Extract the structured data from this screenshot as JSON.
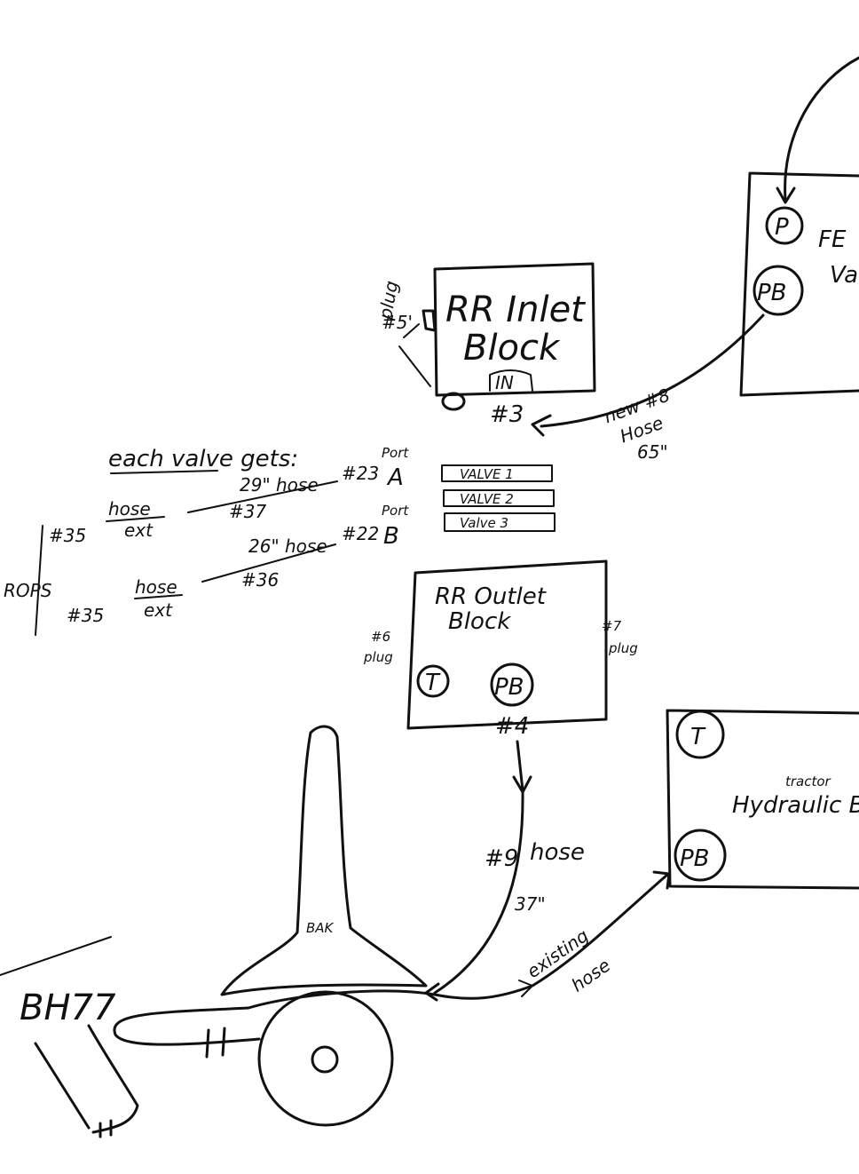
{
  "fe_valve": {
    "label_line1": "FE",
    "label_line2": "Va",
    "port_p": "P",
    "port_pb": "PB"
  },
  "inlet_block": {
    "title_line1": "RR Inlet",
    "title_line2": "Block",
    "in_label": "IN",
    "plug_label": "plug",
    "plug_number": "#5'",
    "port_number": "#3"
  },
  "new_hose": {
    "line1": "new #8",
    "line2": "Hose",
    "line3": "65\""
  },
  "valves": [
    "VALVE 1",
    "VALVE 2",
    "Valve 3"
  ],
  "each_valve": {
    "heading": "each valve gets:",
    "port_a": {
      "port_label": "Port",
      "letter": "A",
      "fitting": "#23",
      "hose": "29\" hose",
      "hose_number": "#37",
      "ext_top": "hose",
      "ext_bottom": "ext",
      "ext_number": "#35"
    },
    "port_b": {
      "port_label": "Port",
      "letter": "B",
      "fitting": "#22",
      "hose": "26\" hose",
      "hose_number": "#36",
      "ext_top": "hose",
      "ext_bottom": "ext",
      "ext_number": "#35"
    },
    "rops_label": "ROPS"
  },
  "outlet_block": {
    "title_line1": "RR Outlet",
    "title_line2": "Block",
    "left_plug_number": "#6",
    "left_plug_label": "plug",
    "right_plug_number": "#7",
    "right_plug_label": "plug",
    "port_t": "T",
    "port_pb": "PB",
    "port_number": "#4"
  },
  "hose_9": {
    "number": "#9",
    "label": "hose",
    "length": "37\""
  },
  "tractor_block": {
    "line1": "tractor",
    "line2": "Hydraulic B",
    "port_t": "T",
    "port_pb": "PB"
  },
  "existing_hose": {
    "line1": "existing",
    "line2": "hose"
  },
  "tank_label": "BAK",
  "backhoe_label": "BH77"
}
